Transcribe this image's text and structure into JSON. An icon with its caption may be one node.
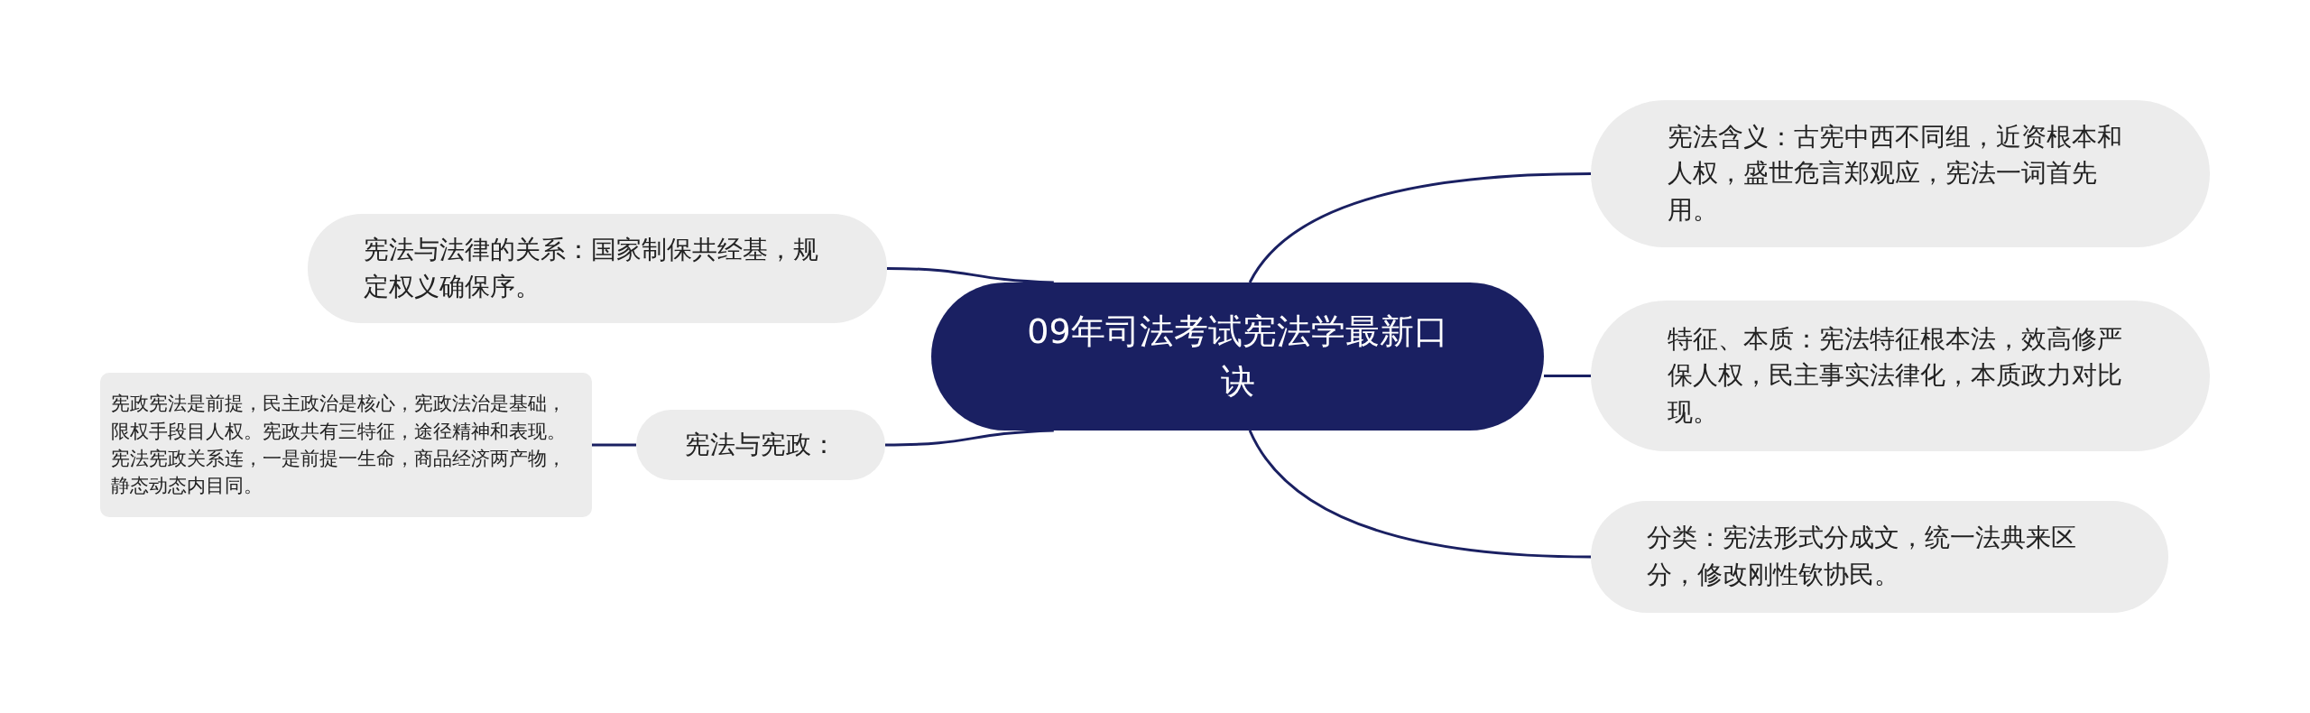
{
  "diagram": {
    "nodes": [
      {
        "text": [
          "09年司法考试宪法学最新口诀"
        ]
      },
      {
        "text": [
          "宪法含义：古宪中西不同组，近资根本和人权，盛世危言郑观应，宪法一词首先用。"
        ]
      },
      {
        "text": [
          "特征、本质：宪法特征根本法，效高修严保人权，民主事实法律化，本质政力对比现。"
        ]
      },
      {
        "text": [
          "分类：宪法形式分成文，统一法典来区分，修改刚性钦协民。"
        ]
      },
      {
        "text": [
          "宪法与法律的关系：国家制保共经基，规定权义确保序。"
        ]
      },
      {
        "text": [
          "宪法与宪政："
        ]
      },
      {
        "text": [
          "宪政宪法是前提，民主政治是核心，宪政法治是基础，限权手段目人权。宪政共有三特征，途径精神和表现。宪法宪政关系连，一是前提一生命，商品经济两产物，静态动态内目同。"
        ]
      }
    ],
    "edges": [
      {
        "from": 0,
        "to": 1,
        "arrow": "none"
      },
      {
        "from": 0,
        "to": 2,
        "arrow": "none"
      },
      {
        "from": 0,
        "to": 3,
        "arrow": "none"
      },
      {
        "from": 0,
        "to": 4,
        "arrow": "none"
      },
      {
        "from": 0,
        "to": 5,
        "arrow": "none"
      },
      {
        "from": 5,
        "to": 6,
        "arrow": "none"
      }
    ]
  }
}
